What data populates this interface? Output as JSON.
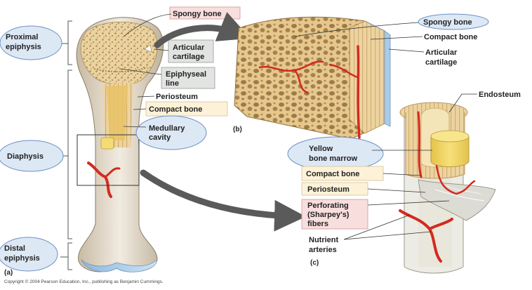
{
  "labels": {
    "proximal_epiphysis": [
      "Proximal",
      "epiphysis"
    ],
    "diaphysis": "Diaphysis",
    "distal_epiphysis": [
      "Distal",
      "epiphysis"
    ],
    "spongy_bone_a": "Spongy bone",
    "articular_cartilage_a": [
      "Articular",
      "cartilage"
    ],
    "epiphyseal_line": [
      "Epiphyseal",
      "line"
    ],
    "periosteum_a": "Periosteum",
    "compact_bone_a": "Compact bone",
    "medullary_cavity": [
      "Medullary",
      "cavity"
    ],
    "spongy_bone_b": "Spongy bone",
    "compact_bone_b": "Compact bone",
    "articular_cartilage_b": [
      "Articular",
      "cartilage"
    ],
    "endosteum": "Endosteum",
    "yellow_bone_marrow": [
      "Yellow",
      "bone marrow"
    ],
    "compact_bone_c": "Compact bone",
    "periosteum_c": "Periosteum",
    "perforating_fibers": [
      "Perforating",
      "(Sharpey's)",
      "fibers"
    ],
    "nutrient_arteries": [
      "Nutrient",
      "arteries"
    ]
  },
  "panels": {
    "a": "(a)",
    "b": "(b)",
    "c": "(c)"
  },
  "copyright": "Copyright © 2004 Pearson Education, Inc., publishing as Benjamin Cummings.",
  "colors": {
    "bubble_fill": "#dde8f5",
    "bubble_stroke": "#6b8fc4",
    "pink_box": "#f9dede",
    "gray_box": "#e1e4e1",
    "cream_box": "#fdf2d8",
    "bone": "#f0dcae",
    "spongy": "#e6c98c",
    "artery": "#d42a1f",
    "cartilage": "#a9cde8",
    "marrow": "#f0d860",
    "arrow": "#5a5a5a"
  }
}
